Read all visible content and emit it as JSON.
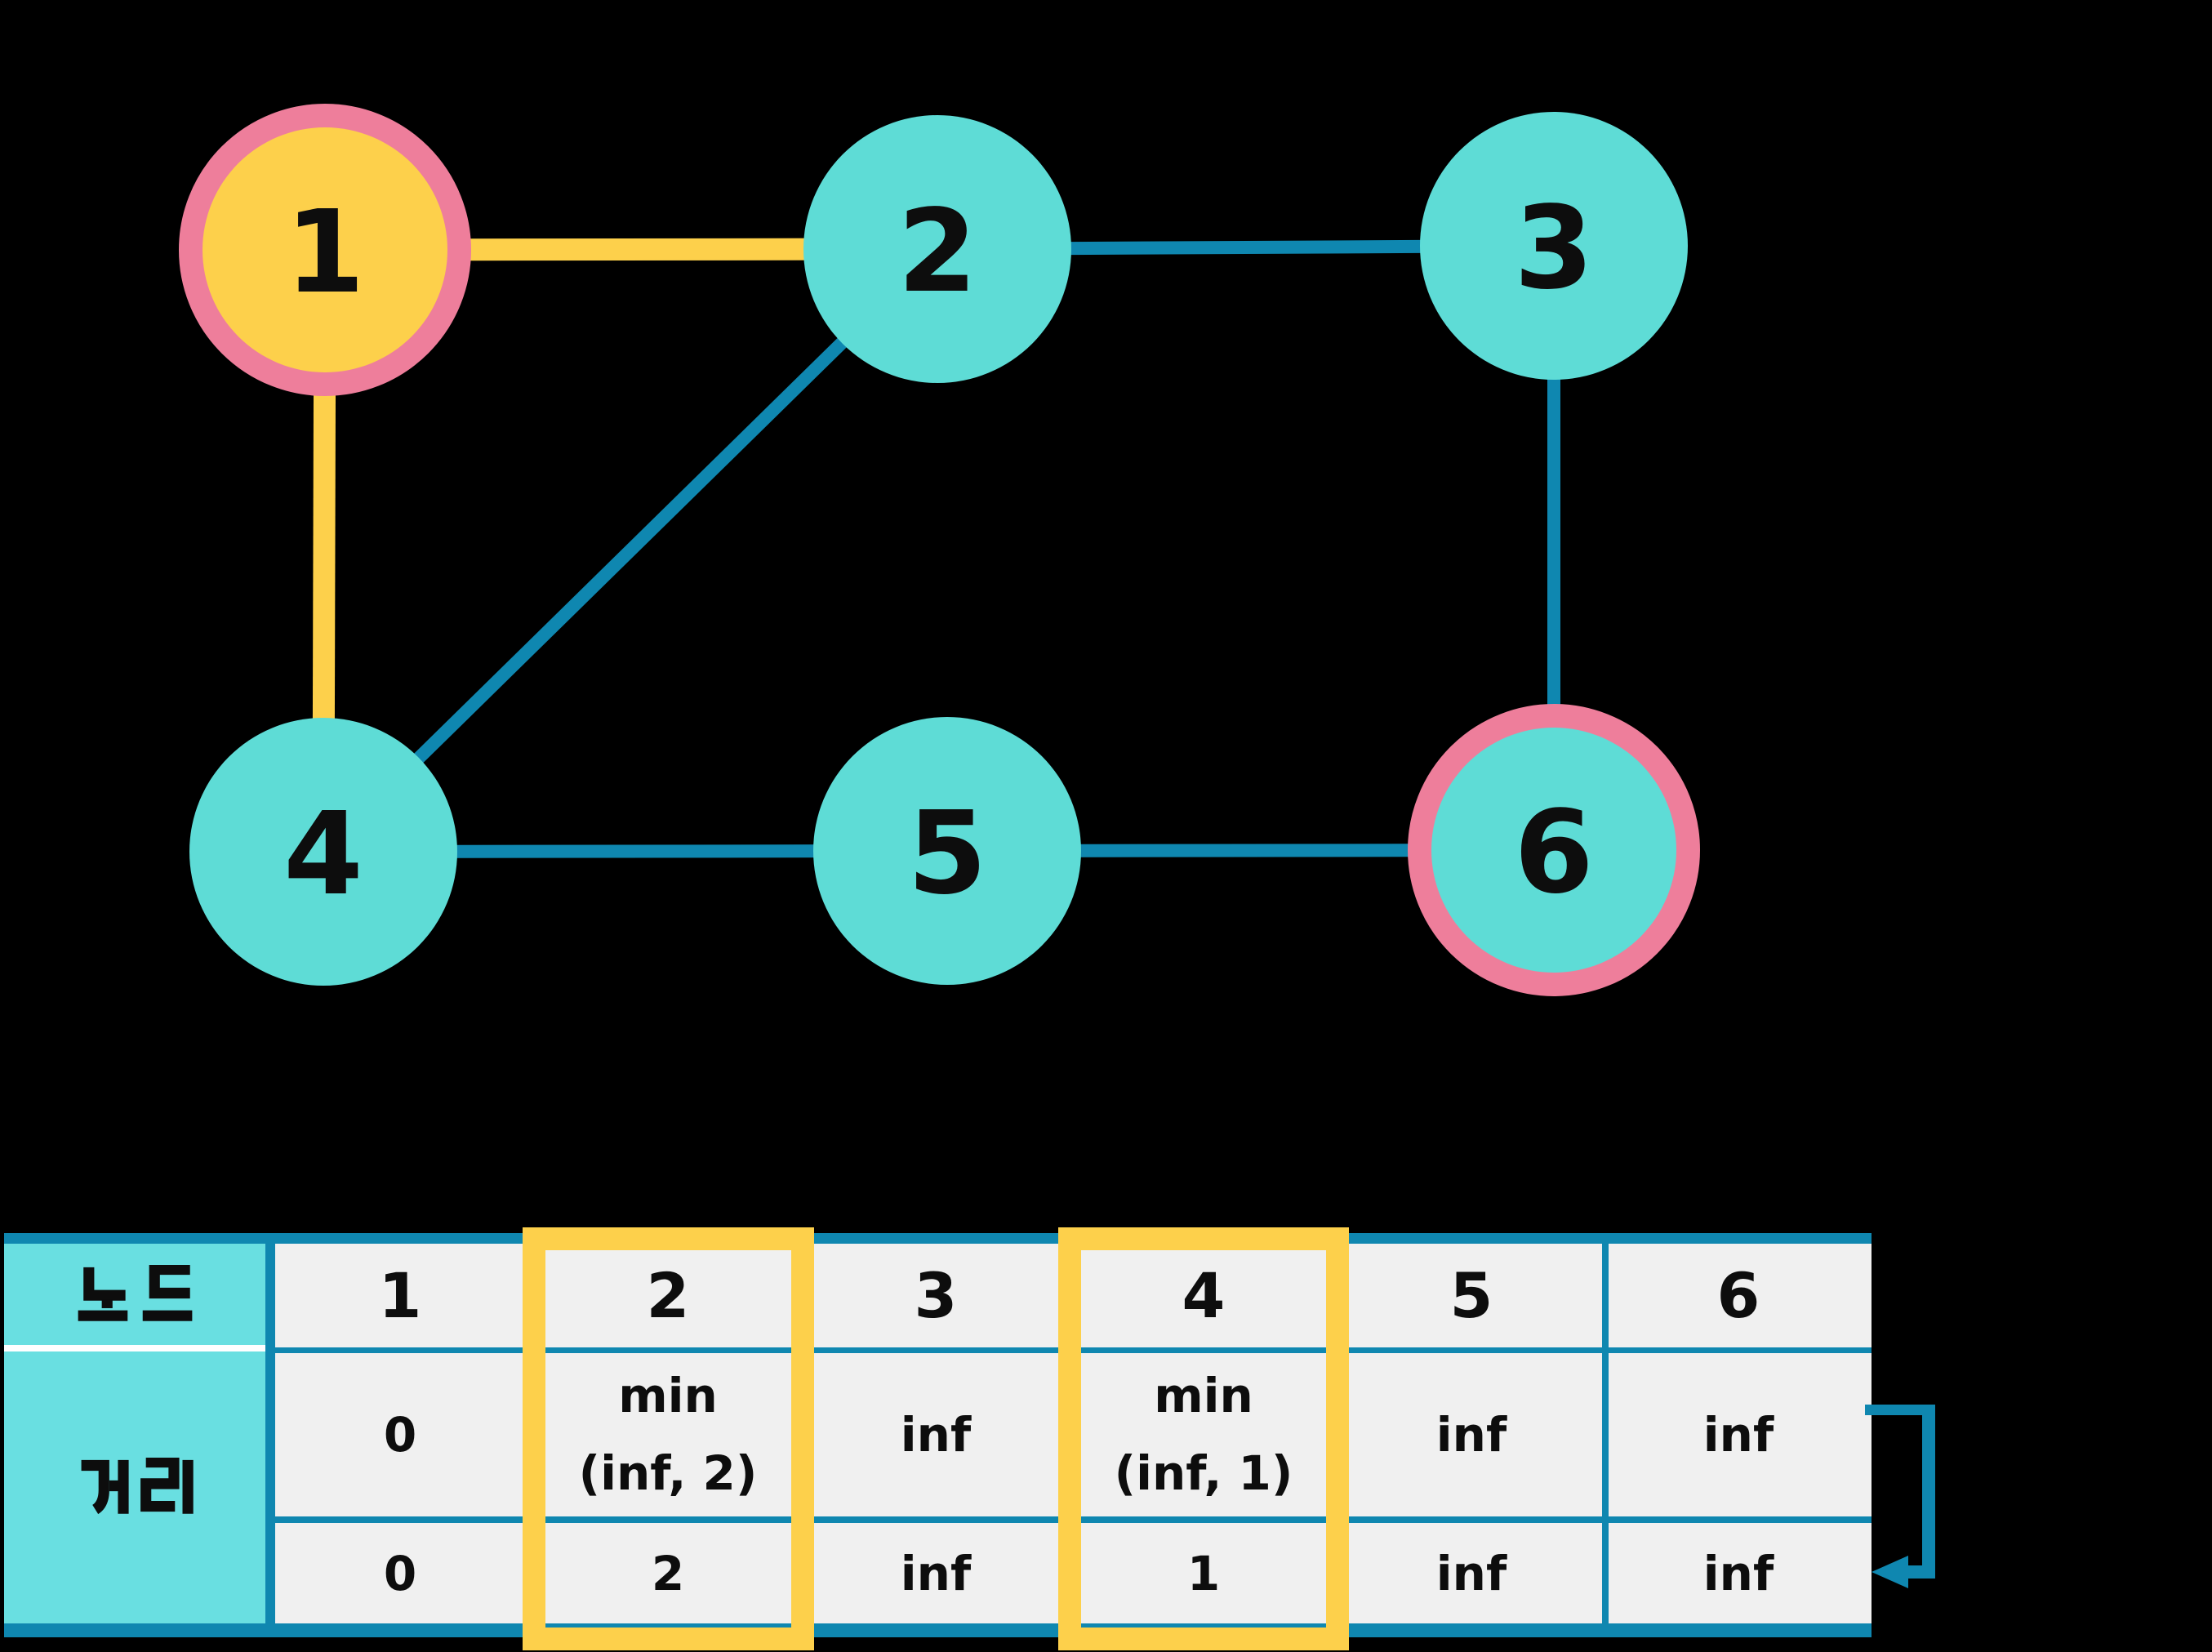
{
  "colors": {
    "background": "#000000",
    "node_fill": "#5EDCD6",
    "start_node_fill": "#FDD04B",
    "selected_ring": "#EE7E9B",
    "edge_default": "#0F87B0",
    "edge_visited": "#FDD04B",
    "table_border": "#0F87B0",
    "table_header_fill": "#69DFE1",
    "table_cell_fill": "#F0F0F0",
    "highlight_box": "#FDD04B",
    "row_gap": "#FFFFFF",
    "text": "#0D0D0D"
  },
  "icons": {
    "loop_arrow": "u-turn-left-arrow"
  },
  "graph": {
    "nodes": [
      {
        "label": "1",
        "style": "start-highlighted-ring"
      },
      {
        "label": "2",
        "style": "default"
      },
      {
        "label": "3",
        "style": "default"
      },
      {
        "label": "4",
        "style": "default"
      },
      {
        "label": "5",
        "style": "default"
      },
      {
        "label": "6",
        "style": "ringed"
      }
    ],
    "edges": [
      {
        "from": "1",
        "to": "2",
        "style": "visited-yellow"
      },
      {
        "from": "1",
        "to": "4",
        "style": "visited-yellow"
      },
      {
        "from": "2",
        "to": "3",
        "style": "default-teal"
      },
      {
        "from": "2",
        "to": "4",
        "style": "default-teal"
      },
      {
        "from": "3",
        "to": "6",
        "style": "default-teal"
      },
      {
        "from": "4",
        "to": "5",
        "style": "default-teal"
      },
      {
        "from": "5",
        "to": "6",
        "style": "default-teal"
      }
    ]
  },
  "table": {
    "row_headers": {
      "node": "노드",
      "distance": "거리"
    },
    "node_columns": [
      "1",
      "2",
      "3",
      "4",
      "5",
      "6"
    ],
    "update_row": [
      "0",
      "min\n(inf, 2)",
      "inf",
      "min\n(inf, 1)",
      "inf",
      "inf"
    ],
    "result_row": [
      "0",
      "2",
      "inf",
      "1",
      "inf",
      "inf"
    ],
    "highlighted_node_columns": [
      "2",
      "4"
    ]
  }
}
